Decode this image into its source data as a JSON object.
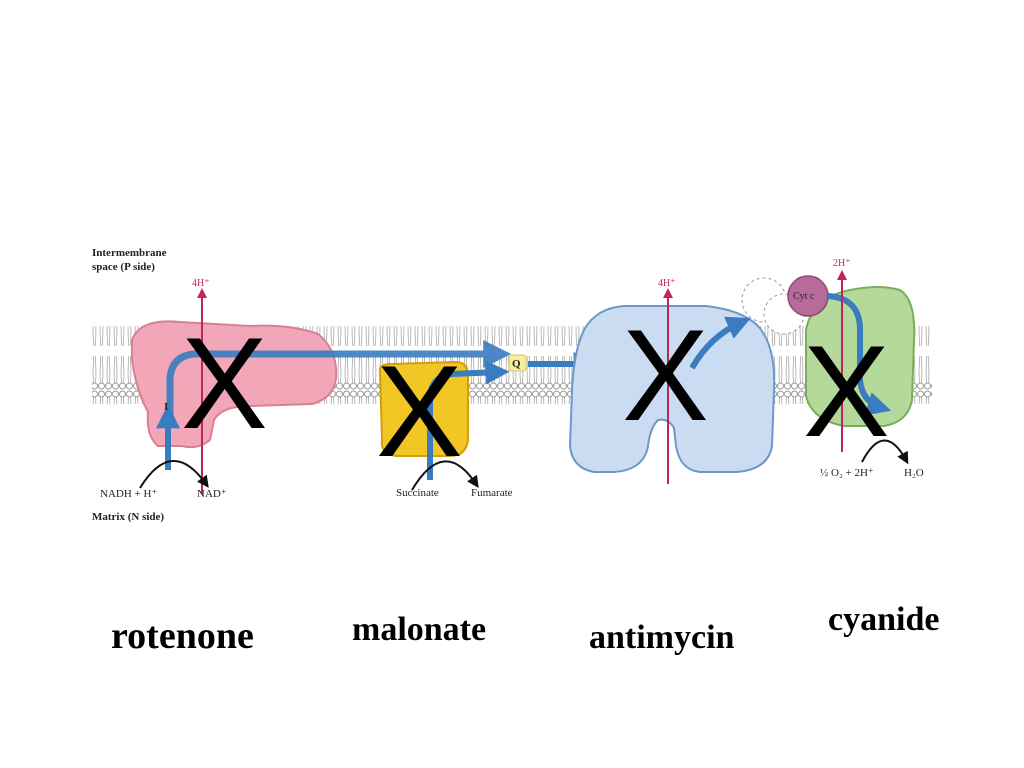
{
  "diagram": {
    "title_line1": "Intermembrane",
    "title_line2": "space (P side)",
    "matrix_label": "Matrix (N side)",
    "complex1": {
      "proton_label": "4H⁺",
      "roman": "I",
      "substrate": "NADH + H⁺",
      "product": "NAD⁺"
    },
    "complex2": {
      "substrate": "Succinate",
      "product": "Fumarate"
    },
    "ubiquinone": "Q",
    "complex3": {
      "proton_label": "4H⁺"
    },
    "complex4": {
      "proton_label": "2H⁺",
      "cytc_label": "Cyt c",
      "reactant": "½ O₂ + 2H⁺",
      "product": "H₂O"
    },
    "colors": {
      "complex1": "#f1a7b8",
      "complex2": "#f2c624",
      "complex3": "#c9dcf2",
      "complex4": "#b5d99a",
      "cytc": "#b86a9a",
      "arrow": "#3a7cc0",
      "proton_line": "#c0245e"
    }
  },
  "inhibitors": [
    {
      "mark": "X",
      "label": "rotenone"
    },
    {
      "mark": "X",
      "label": "malonate"
    },
    {
      "mark": "X",
      "label": "antimycin"
    },
    {
      "mark": "X",
      "label": "cyanide"
    }
  ]
}
